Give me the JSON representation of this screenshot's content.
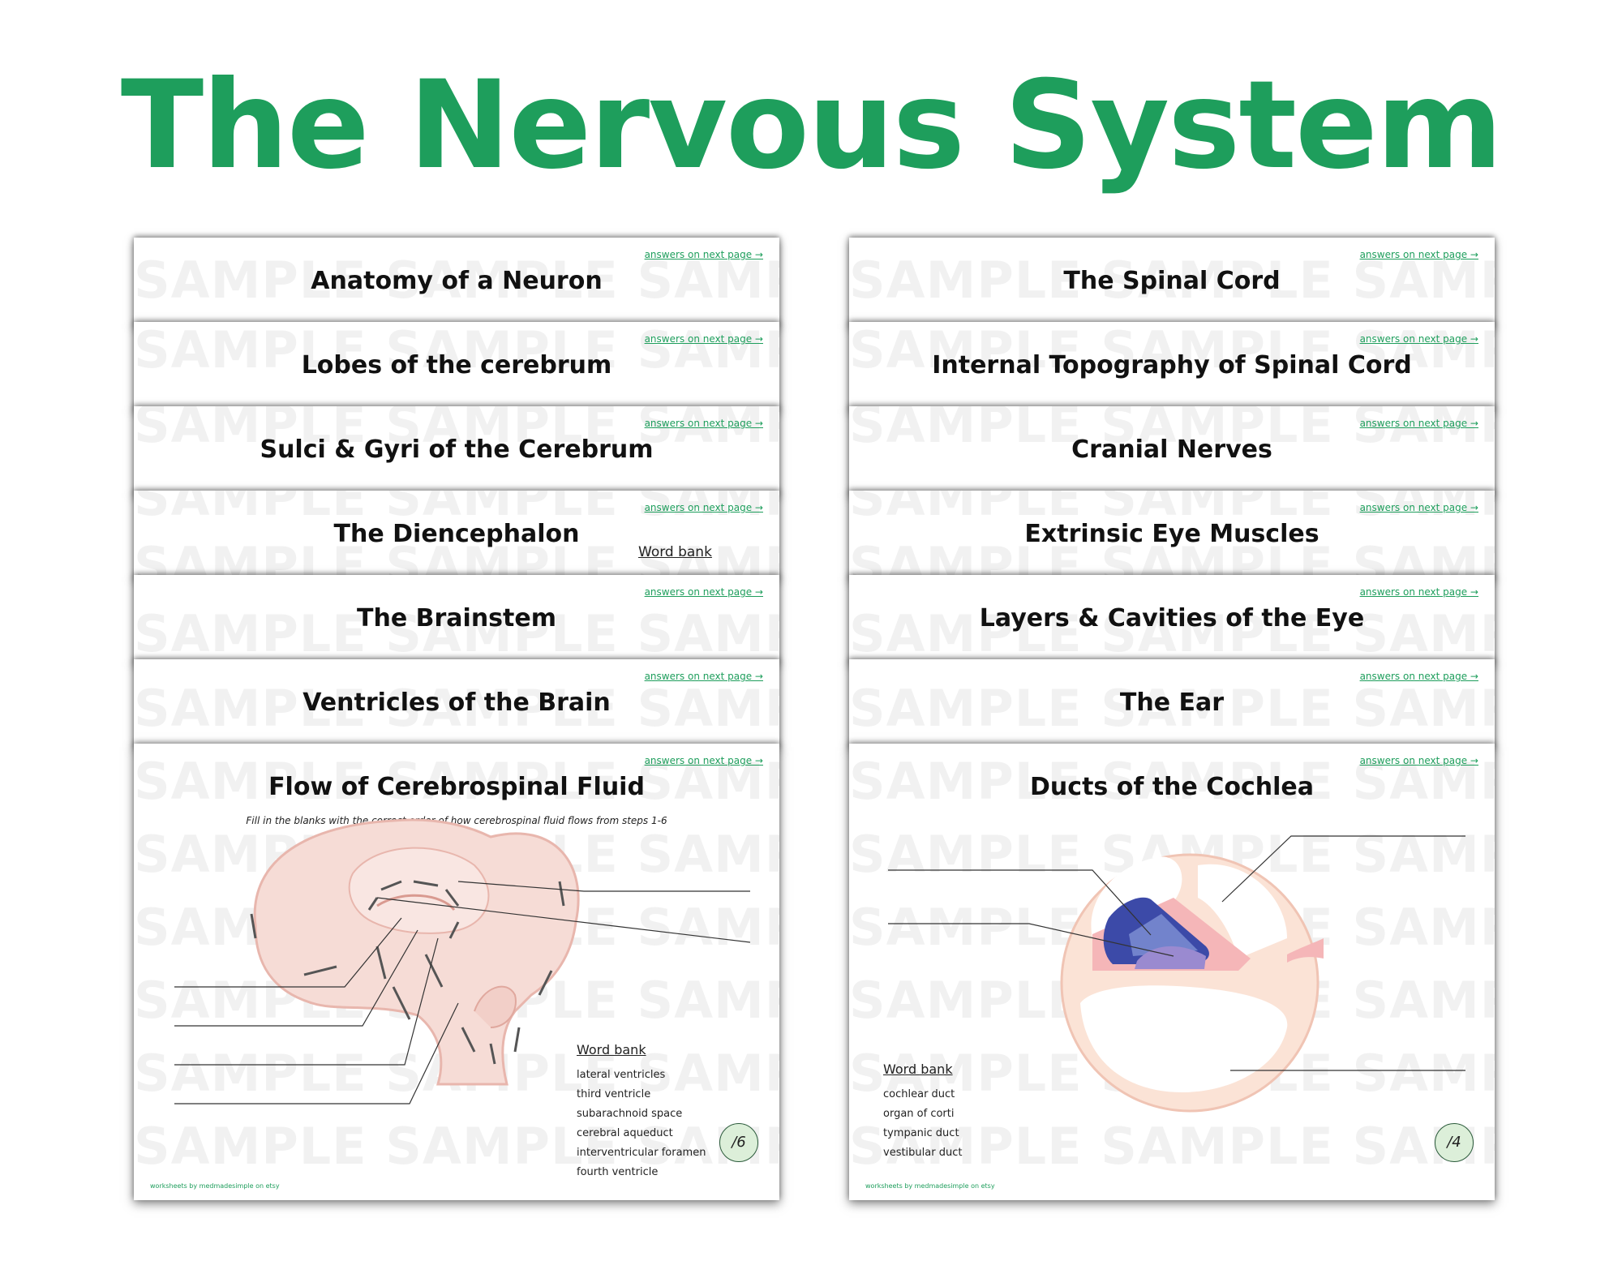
{
  "title": "The Nervous System",
  "watermark": "SAMPLE SAMPLE SAMPLE SAMPLE",
  "answers_link": "answers on next page →",
  "footer": "worksheets by medmadesimple on etsy",
  "left_sheets": [
    "Anatomy of a Neuron",
    "Lobes of the cerebrum",
    "Sulci & Gyri of the Cerebrum",
    "The Diencephalon",
    "The Brainstem",
    "Ventricles of the Brain"
  ],
  "right_sheets": [
    "The Spinal Cord",
    "Internal Topography of Spinal Cord",
    "Cranial Nerves",
    "Extrinsic Eye Muscles",
    "Layers & Cavities of the Eye",
    "The Ear"
  ],
  "peek_word_bank": "Word bank",
  "left_main": {
    "title": "Flow of Cerebrospinal Fluid",
    "instruction": "Fill in the blanks with the correct order of how cerebrospinal fluid flows from steps 1-6",
    "word_bank_title": "Word bank",
    "word_bank": [
      "lateral ventricles",
      "third ventricle",
      "subarachnoid space",
      "cerebral aqueduct",
      "interventricular foramen",
      "fourth ventricle"
    ],
    "score": "/6"
  },
  "right_main": {
    "title": "Ducts of the Cochlea",
    "word_bank_title": "Word bank",
    "word_bank": [
      "cochlear duct",
      "organ of corti",
      "tympanic duct",
      "vestibular duct"
    ],
    "score": "/4"
  },
  "colors": {
    "accent": "#1e9e5c",
    "brain_fill": "#f6dcd6",
    "cochlea_ring": "#fbe3d6",
    "cochlea_duct": "#3c4aa8",
    "organ_of_corti": "#9a8ad0"
  }
}
